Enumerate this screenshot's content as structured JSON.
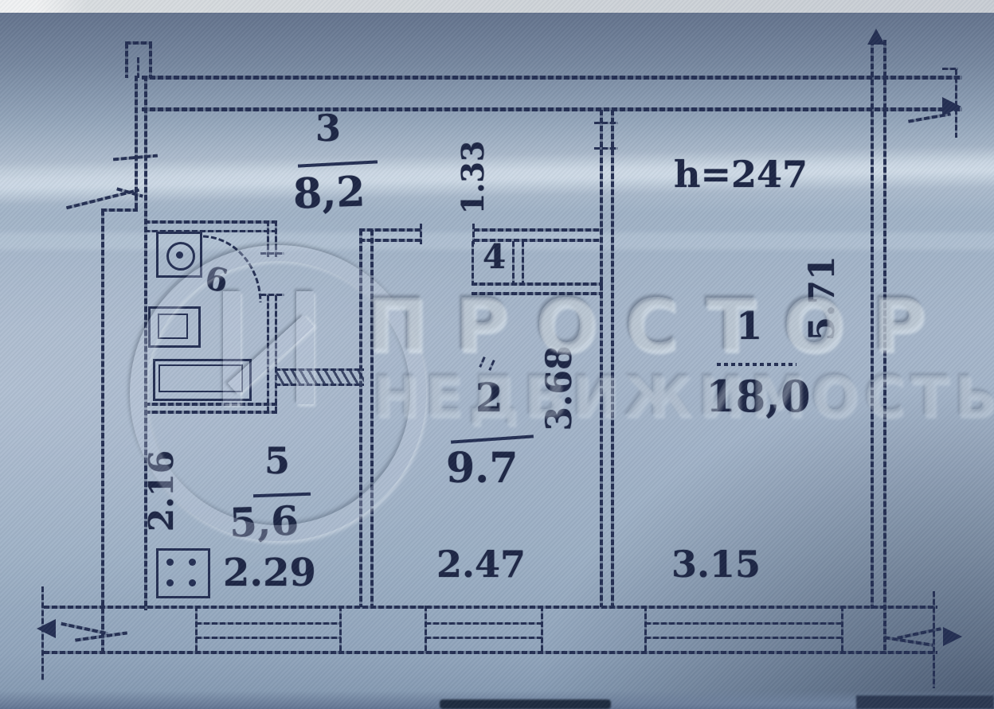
{
  "watermark": {
    "title": "ПРОСТОР",
    "subtitle": "НЕДВИЖИМОСТЬ"
  },
  "plan": {
    "ceiling_height": "h=247",
    "rooms": {
      "hall": {
        "number": "3",
        "area": "8,2"
      },
      "living": {
        "number": "1",
        "area": "18,0",
        "width": "3.15",
        "depth": "5.71"
      },
      "middle": {
        "number": "2",
        "area": "9.7",
        "width": "2.47",
        "depth": "3.68"
      },
      "kitchen": {
        "number": "5",
        "area": "5,6",
        "width": "2.29",
        "side": "2.16"
      },
      "closet": {
        "number": "4"
      },
      "bathroom": {
        "number": "6"
      }
    },
    "dimensions": {
      "hall_niche_depth": "1.33"
    }
  }
}
